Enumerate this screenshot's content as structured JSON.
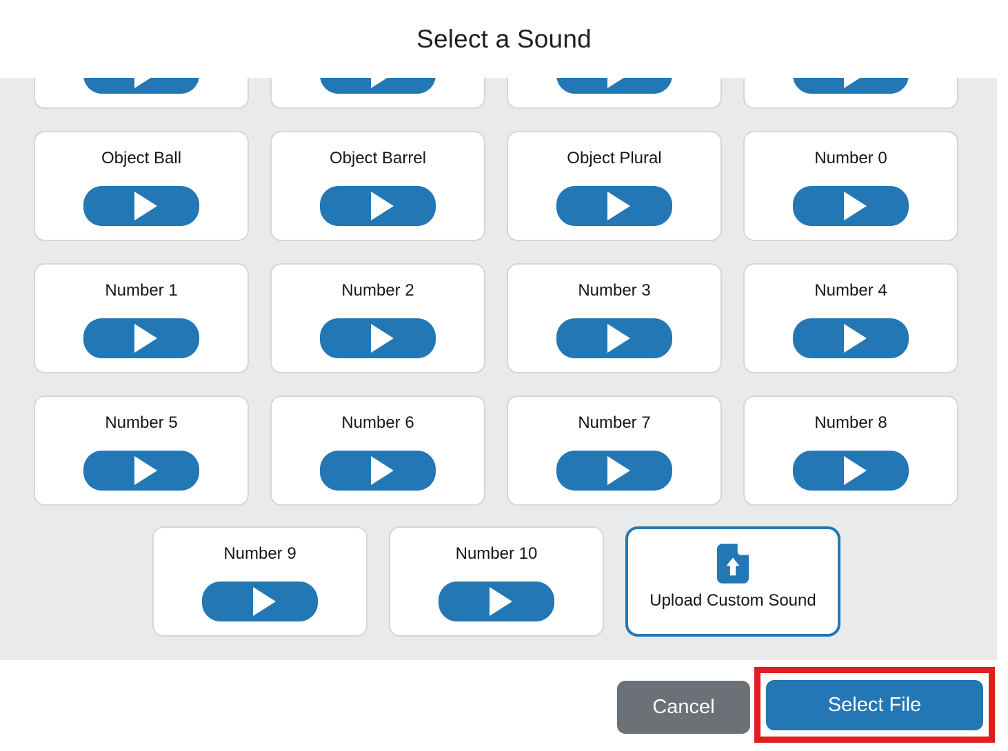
{
  "dialog": {
    "title": "Select a Sound"
  },
  "grid": {
    "partial_top_row_cards": 4,
    "rows": [
      [
        "Object Ball",
        "Object Barrel",
        "Object Plural",
        "Number 0"
      ],
      [
        "Number 1",
        "Number 2",
        "Number 3",
        "Number 4"
      ],
      [
        "Number 5",
        "Number 6",
        "Number 7",
        "Number 8"
      ],
      [
        "Number 9",
        "Number 10"
      ]
    ],
    "upload_card_label": "Upload Custom Sound"
  },
  "footer": {
    "cancel_label": "Cancel",
    "select_file_label": "Select File"
  },
  "icons": {
    "play_button": "play-icon",
    "upload_card": "file-upload-icon",
    "scrollbar_top": "scroll-up-arrow-icon",
    "scrollbar_bottom": "scroll-down-arrow-icon"
  },
  "colors": {
    "accent_blue": "#2377b4",
    "cancel_gray": "#6b7176",
    "highlight_red": "#e01e1e",
    "content_background": "#e9eaec"
  }
}
